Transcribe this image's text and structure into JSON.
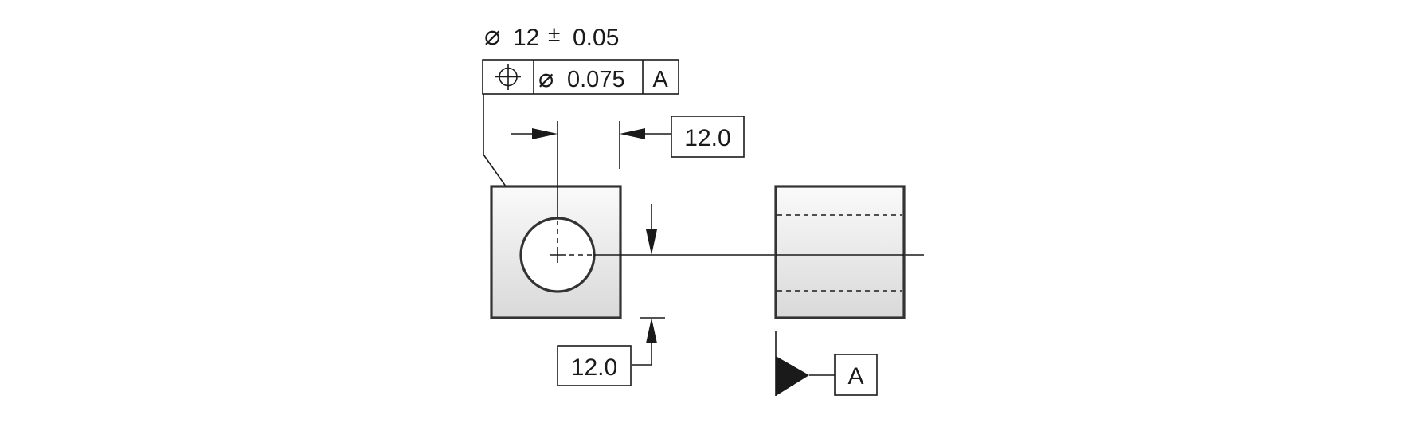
{
  "diameter_callout": {
    "symbol": "⌀",
    "value": "12",
    "plus_minus": "±",
    "tolerance": "0.05"
  },
  "feature_control_frame": {
    "characteristic_icon": "position-icon",
    "tolerance_symbol": "⌀",
    "tolerance_value": "0.075",
    "datum": "A"
  },
  "dimensions": {
    "horizontal_basic": "12.0",
    "vertical_basic": "12.0"
  },
  "datum_feature": {
    "label": "A"
  },
  "colors": {
    "line": "#1a1a1a",
    "part_outline": "#333333",
    "part_fill_top": "#fafafa",
    "part_fill_bottom": "#d9d9d9"
  }
}
